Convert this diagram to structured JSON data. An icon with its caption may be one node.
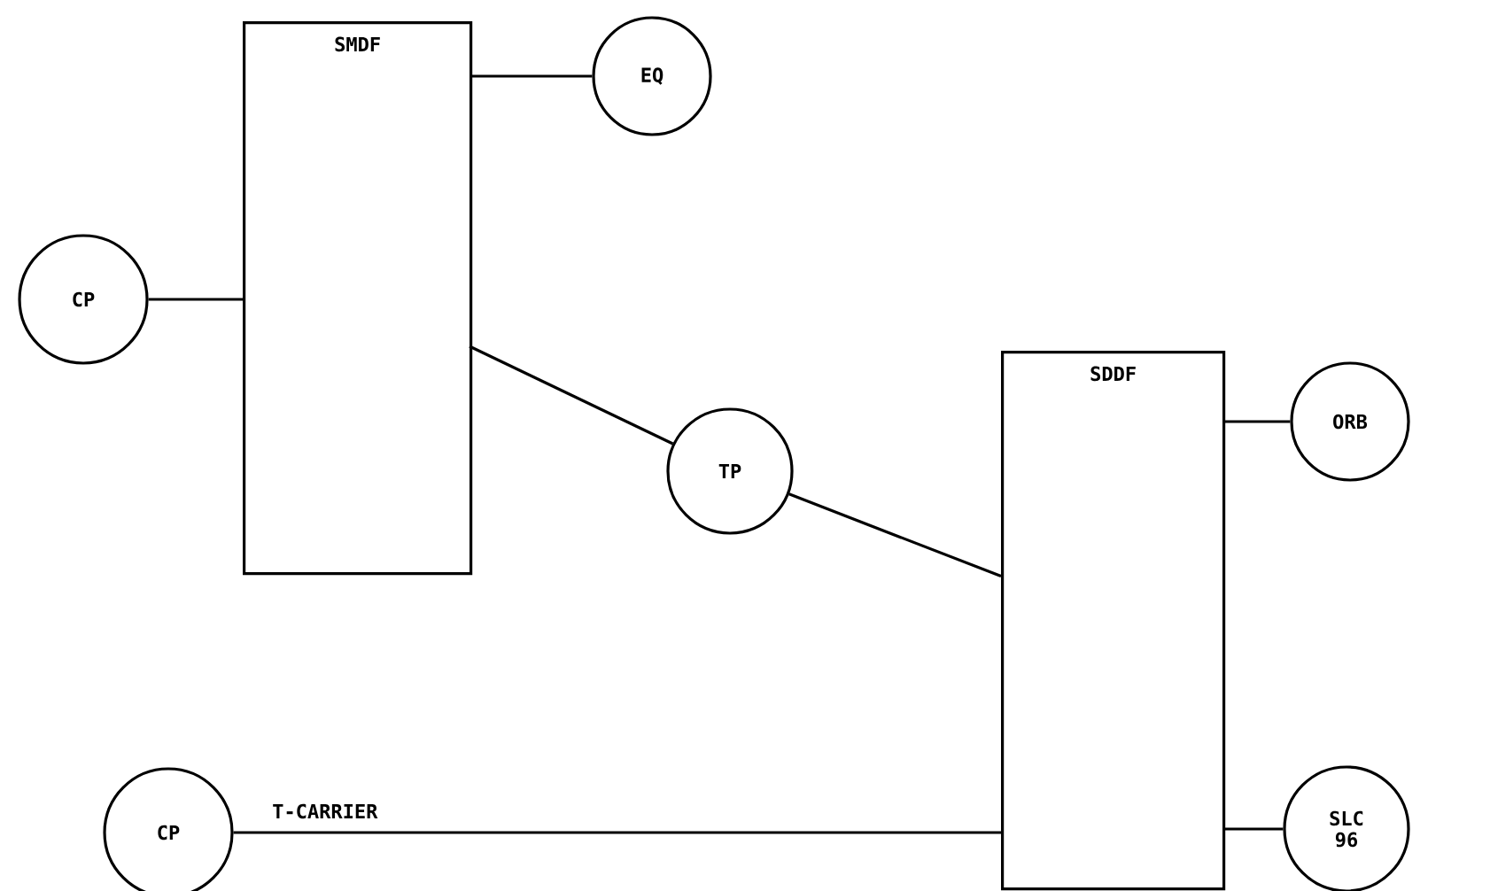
{
  "diagram": {
    "nodes": [
      {
        "text": [
          "SMDF"
        ]
      },
      {
        "text": [
          "EQ"
        ]
      },
      {
        "text": [
          "CP"
        ]
      },
      {
        "text": [
          "TP"
        ]
      },
      {
        "text": [
          "SDDF"
        ]
      },
      {
        "text": [
          "ORB"
        ]
      },
      {
        "text": [
          "CP"
        ]
      },
      {
        "text": [
          "SLC 96"
        ]
      }
    ],
    "edges": [
      {
        "from": 0,
        "to": 1,
        "arrow": "none"
      },
      {
        "from": 2,
        "to": 0,
        "arrow": "none"
      },
      {
        "from": 0,
        "to": 3,
        "arrow": "none"
      },
      {
        "from": 3,
        "to": 4,
        "arrow": "none"
      },
      {
        "from": 4,
        "to": 5,
        "arrow": "none"
      },
      {
        "from": 6,
        "to": 4,
        "arrow": "none",
        "label": "T-CARRIER"
      },
      {
        "from": 4,
        "to": 7,
        "arrow": "none"
      }
    ]
  }
}
